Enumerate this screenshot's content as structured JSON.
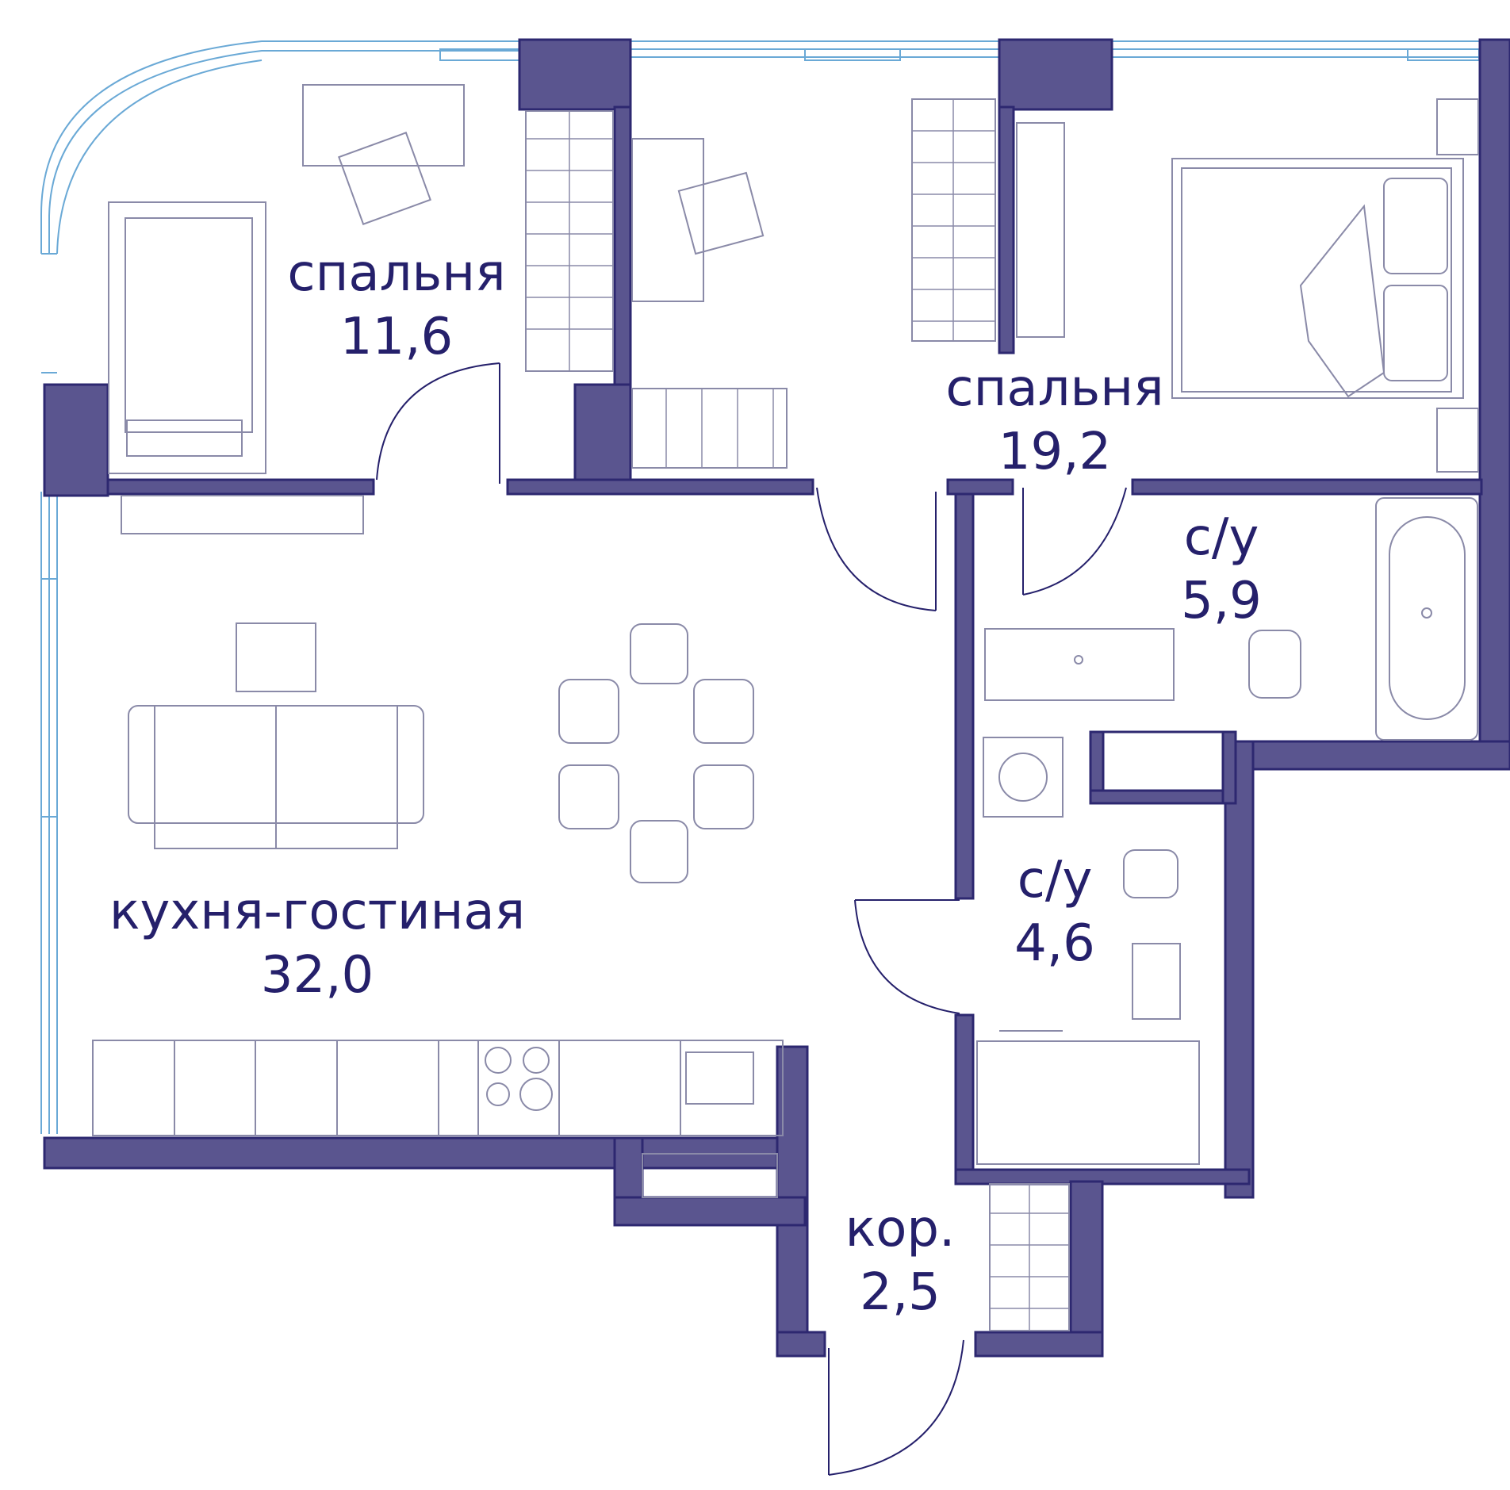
{
  "colors": {
    "wall_fill": "#5a558f",
    "wall_stroke": "#2d2870",
    "line": "#25206b",
    "furniture": "#8a8aa8",
    "window": "#6aa9d6",
    "label": "#25206b"
  },
  "rooms": {
    "bedroom_small": {
      "name": "спальня",
      "area": "11,6"
    },
    "bedroom_large": {
      "name": "спальня",
      "area": "19,2"
    },
    "bathroom_large": {
      "name": "с/у",
      "area": "5,9"
    },
    "bathroom_small": {
      "name": "с/у",
      "area": "4,6"
    },
    "kitchen_living": {
      "name": "кухня-гостиная",
      "area": "32,0"
    },
    "corridor": {
      "name": "кор.",
      "area": "2,5"
    }
  }
}
